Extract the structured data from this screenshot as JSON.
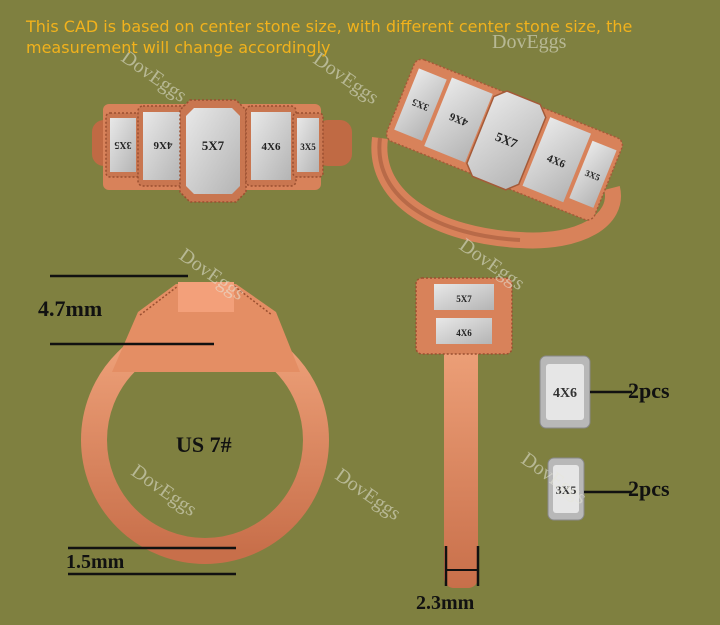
{
  "header": {
    "note_line1": "This CAD is based on center stone size, with different center stone size, the",
    "note_line2": "measurement will change accordingly"
  },
  "watermark": "DovEggs",
  "stones": {
    "s3x5": "3X5",
    "s4x6": "4X6",
    "s5x7": "5X7",
    "s4x6_mirror": "4X6",
    "s3x5_mirror": "3X5"
  },
  "dimensions": {
    "height": "4.7mm",
    "band": "1.5mm",
    "width": "2.3mm",
    "ring_size": "US 7#"
  },
  "legend": {
    "stone_a": "4X6",
    "stone_a_qty": "2pcs",
    "stone_b": "3X5",
    "stone_b_qty": "2pcs"
  },
  "colors": {
    "background": "#7f8040",
    "metal": "#e8946a",
    "metal_dark": "#b66442",
    "stone": "#d2d2d2",
    "note_text": "#f2b21c"
  }
}
